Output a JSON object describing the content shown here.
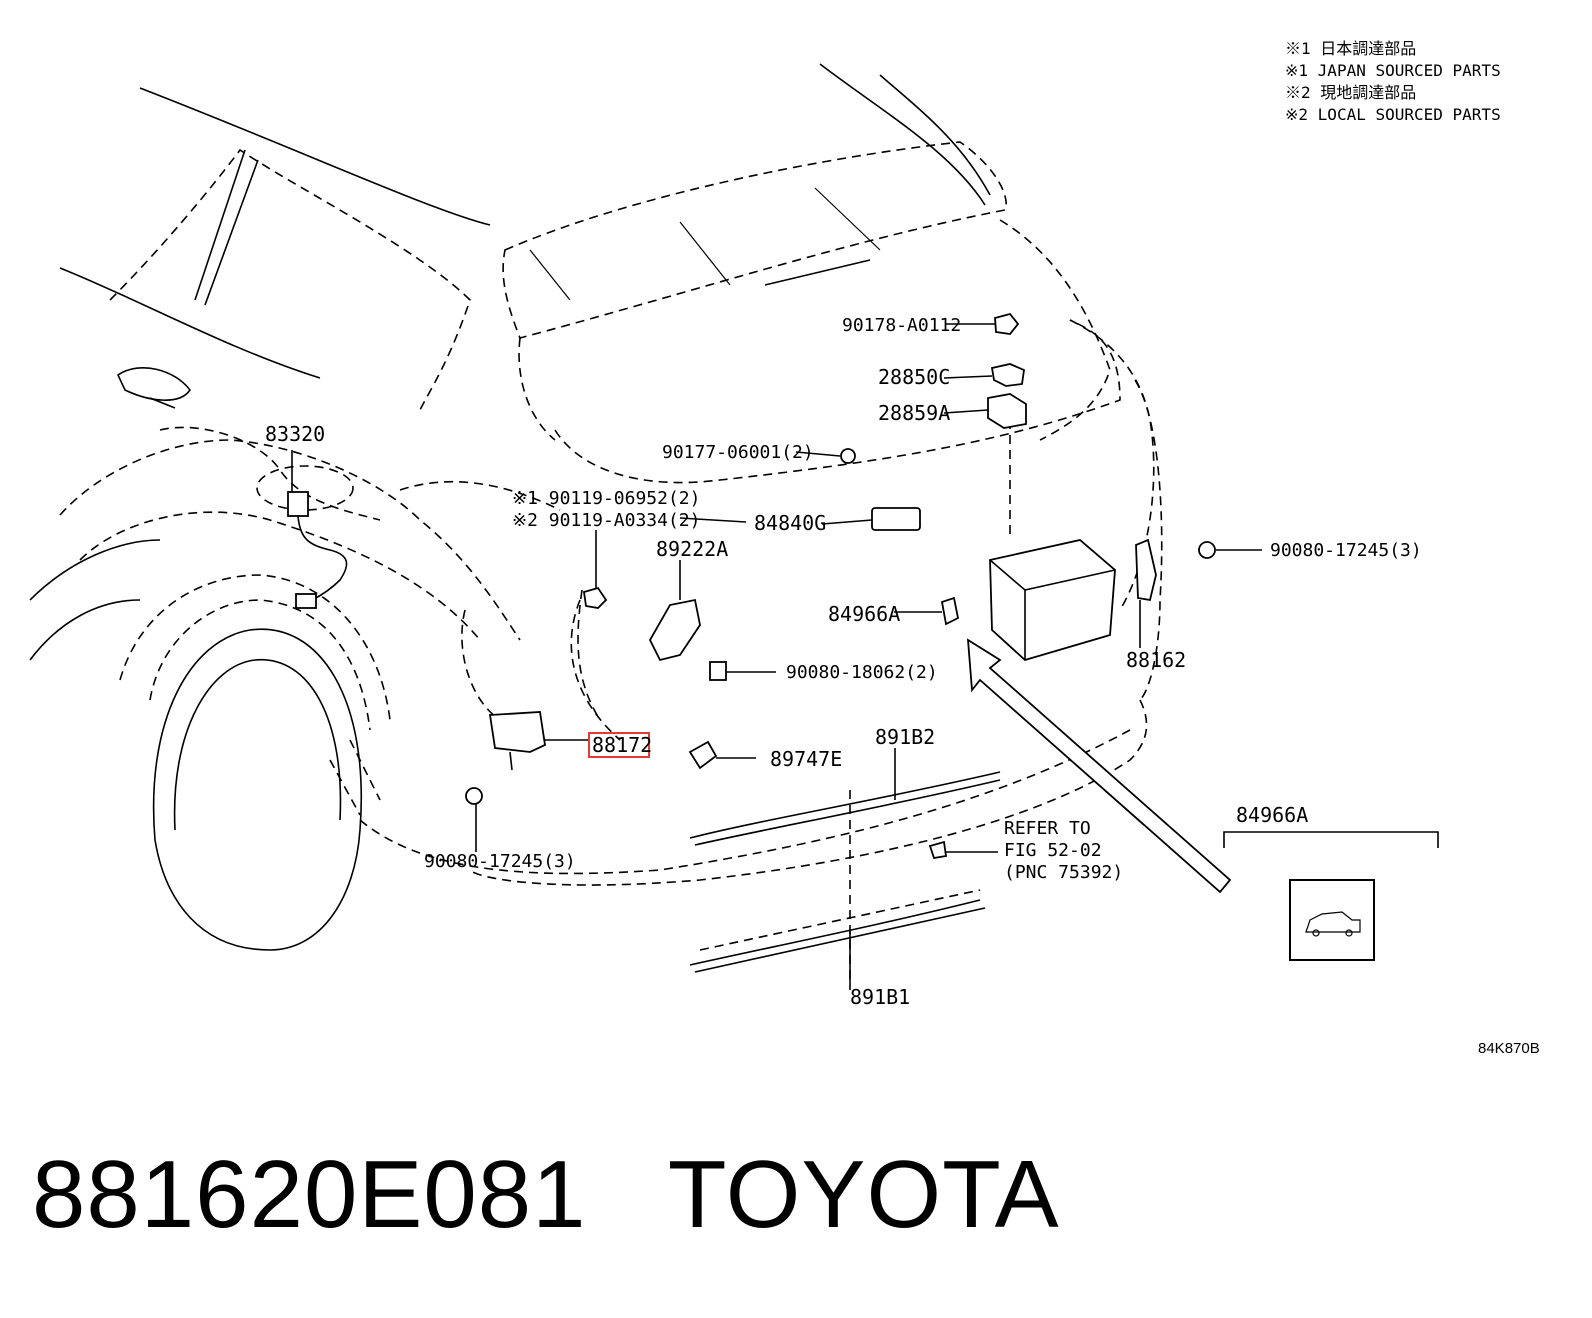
{
  "notes": [
    "※1 日本調達部品",
    "※1 JAPAN SOURCED PARTS",
    "※2 現地調達部品",
    "※2 LOCAL SOURCED PARTS"
  ],
  "labels": {
    "p90178": "90178-A0112",
    "p28850": "28850C",
    "p28859": "28859A",
    "p90177": "90177-06001(2)",
    "p83320": "83320",
    "p90119a": "※1 90119-06952(2)",
    "p90119b": "※2 90119-A0334(2)",
    "p84840": "84840G",
    "p89222": "89222A",
    "p90080r": "90080-17245(3)",
    "p84966": "84966A",
    "p88162": "88162",
    "p90080m": "90080-18062(2)",
    "p88172": "88172",
    "p89747": "89747E",
    "p891b2": "891B2",
    "p90080l": "90080-17245(3)",
    "refer1": "REFER TO",
    "refer2": "FIG 52-02",
    "refer3": "(PNC 75392)",
    "p891b1": "891B1",
    "inset": "84966A"
  },
  "figure_id": "84K870B",
  "caption": "881620E081   TOYOTA",
  "highlight_color": "#e53935"
}
